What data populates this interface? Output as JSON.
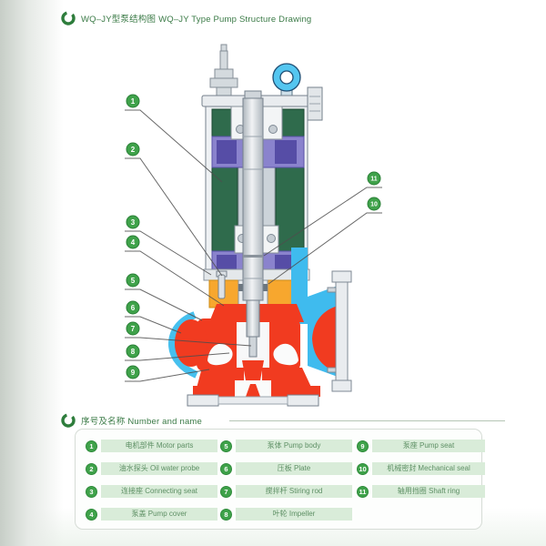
{
  "header": {
    "logo": "C",
    "title": "WQ–JY型泵结构图 WQ–JY Type Pump Structure Drawing"
  },
  "legend": {
    "logo": "C",
    "header": "序号及名称 Number and name",
    "items": [
      {
        "num": "1",
        "label": "电机部件 Motor parts"
      },
      {
        "num": "2",
        "label": "油水探头 Oil water probe"
      },
      {
        "num": "3",
        "label": "连接座 Connecting seat"
      },
      {
        "num": "4",
        "label": "泵盖 Pump cover"
      },
      {
        "num": "5",
        "label": "泵体 Pump body"
      },
      {
        "num": "6",
        "label": "压板 Plate"
      },
      {
        "num": "7",
        "label": "搅拌杆 Stiring rod"
      },
      {
        "num": "8",
        "label": "叶轮 Impeller"
      },
      {
        "num": "9",
        "label": "泵座 Pump seat"
      },
      {
        "num": "10",
        "label": "机械密封 Mechanical seal"
      },
      {
        "num": "11",
        "label": "轴用挡圈 Shaft ring"
      }
    ]
  },
  "diagram": {
    "callouts": [
      "1",
      "2",
      "3",
      "4",
      "5",
      "6",
      "7",
      "8",
      "9",
      "10",
      "11"
    ]
  },
  "colors": {
    "accent_green": "#2e7d3c",
    "callout_green": "#3fa24a",
    "pill_bg": "#d9ecd9",
    "motor_green": "#2f6b4c",
    "winding_purple": "#8a83cd",
    "oil_yellow": "#f7a72e",
    "pump_red": "#f13b20",
    "water_blue": "#3fbbee",
    "ring_blue": "#54c6f0",
    "casing_gray": "#e9ecef"
  }
}
